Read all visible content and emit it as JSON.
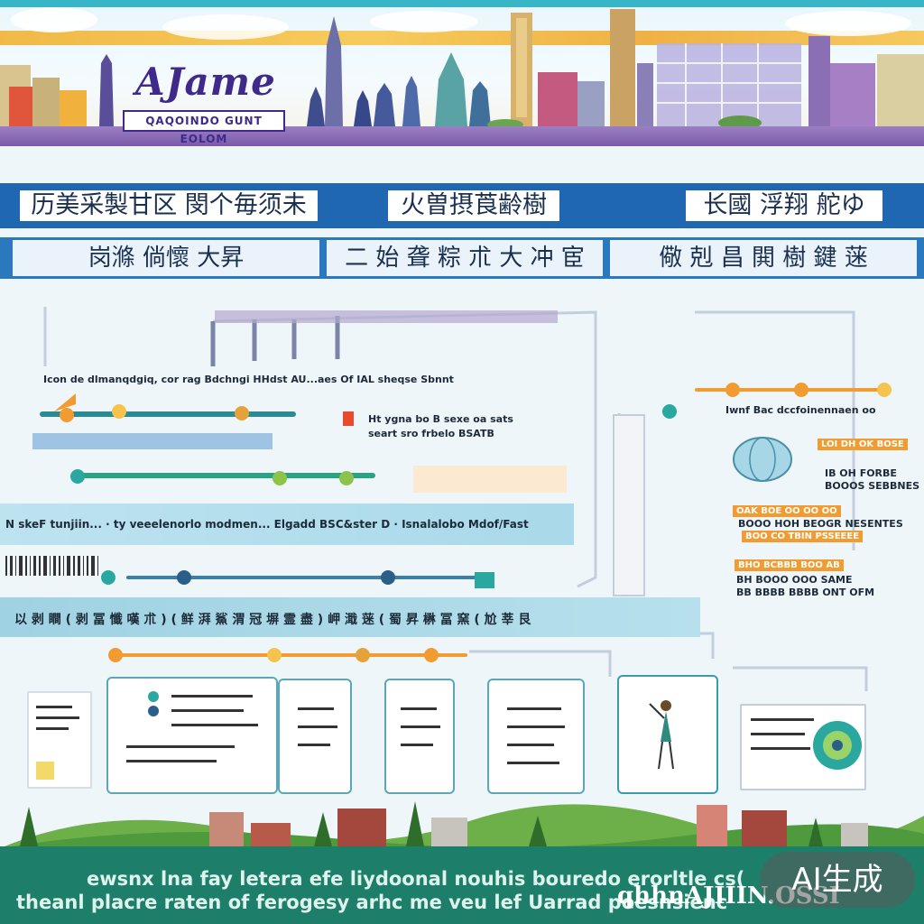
{
  "banner": {
    "logo_title": "AJame",
    "logo_subtitle": "QAQOINDO GUNT EOLOM"
  },
  "nav_primary": [
    {
      "label": "历美采製甘区 閔个毎须未"
    },
    {
      "label": "火曽摂莨齢樹"
    },
    {
      "label": "长國 浮翔 舵ゆ"
    }
  ],
  "nav_secondary": [
    {
      "label": "岗滌 倘懷 大昇"
    },
    {
      "label": "二 始 聋 粽 朮 大 冲 宦"
    },
    {
      "label": "儆 剋 昌 閧 樹 鍵 蒾"
    }
  ],
  "diagram": {
    "row1_caption": "Icon de dlmanqdgiq, cor rag Bdchngi HHdst AU...aes Of IAL  sheqse Sbnnt",
    "row1_note_line1": "Ht ygna bo B sexe oa sats",
    "row1_note_line2": "seart sro frbelo BSATB",
    "mid_band_text": "N skeF tunjiin... · ty veeelenorlo modmen... Elgadd BSC&ster D  · Isnalalobo Mdof/Fast",
    "lower_band_text": "以 剥 瞷 ( 剥 冨 懺 嘆 朮 ) ( 鲜 湃 鯊 渭 冠 塀 霊 盡 ) 岬 濈 蒾 ( 蜀 昇 楙 冨 窯 ( 尬 莘 艮",
    "right_caption": "Iwnf Bac dccfoinennaen oo",
    "right_tag1": "LOI DH OK BOSE",
    "right_text1_a": "IB OH FORBE",
    "right_text1_b": "BOOOS SEBBNES",
    "right_tag2": "OAK BOE OO OO OO",
    "right_text2_a": "BOOO HOH BEOGR NESENTES",
    "right_tag3": "BOO CO TBIN PSSEEEE",
    "right_tag4": "BHO BCBBB BOO AB",
    "right_text4_a": "BH BOOO OOO SAME",
    "right_text4_b": "BB BBBB BBBB ONT OFM"
  },
  "footer": {
    "line1": "ewsnx lna fay letera efe liydoonal nouhis bouredo erorltle cs(",
    "line2": "theanl placre raten of ferogesy arhc me veu lef Uarrad poesnsienc",
    "brand": "qhhnAJIIIN.OSSI",
    "watermark": "AI生成"
  },
  "colors": {
    "nav_primary_bg": "#1f67b0",
    "nav_secondary_bg": "#2a79bf",
    "accent_orange": "#f29b30",
    "accent_teal": "#2aa8a0",
    "footer_bg": "#1d7e6a"
  }
}
